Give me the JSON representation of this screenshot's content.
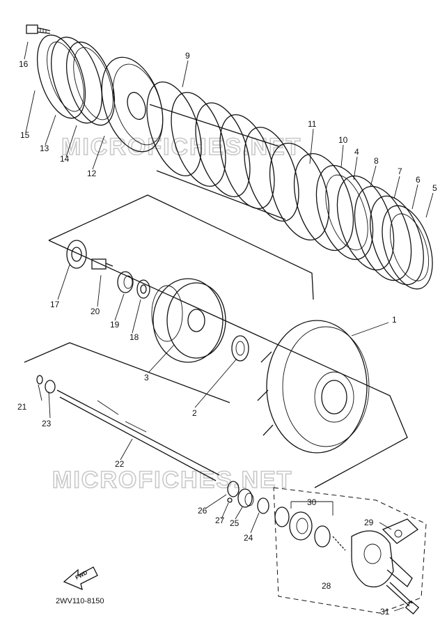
{
  "diagram": {
    "watermark": "MICROFICHES.NET",
    "drawing_code": "2WV110-8150",
    "forward_arrow_label": "FWD",
    "part_labels": [
      "1",
      "2",
      "3",
      "4",
      "5",
      "6",
      "7",
      "8",
      "9",
      "10",
      "11",
      "12",
      "13",
      "14",
      "15",
      "16",
      "17",
      "18",
      "19",
      "20",
      "21",
      "22",
      "23",
      "24",
      "25",
      "26",
      "27",
      "28",
      "29",
      "30",
      "31"
    ]
  }
}
